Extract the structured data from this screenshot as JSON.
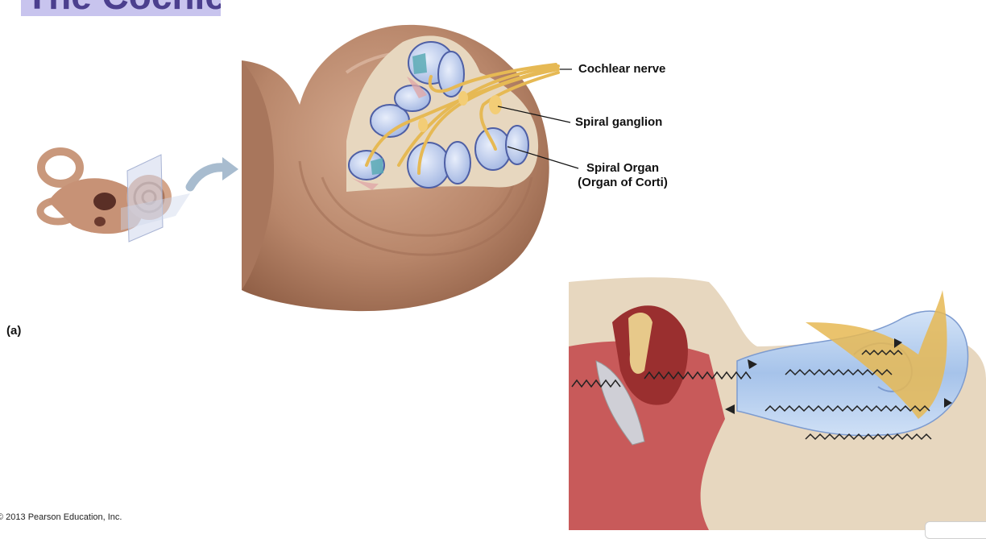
{
  "title": "The Cochlea",
  "labels": {
    "cochlear_nerve": "Cochlear nerve",
    "spiral_ganglion": "Spiral ganglion",
    "spiral_organ_line1": "Spiral Organ",
    "spiral_organ_line2": "(Organ of Corti)"
  },
  "panel_label": "(a)",
  "copyright": "© 2013 Pearson Education, Inc.",
  "colors": {
    "title_bg": "#c8c4ee",
    "title_text": "#4b3f8e",
    "cochlea_tan": "#b8866a",
    "nerve_yellow": "#e6b954",
    "duct_blue": "#aec7ec",
    "bone_beige": "#e7d7bf"
  }
}
